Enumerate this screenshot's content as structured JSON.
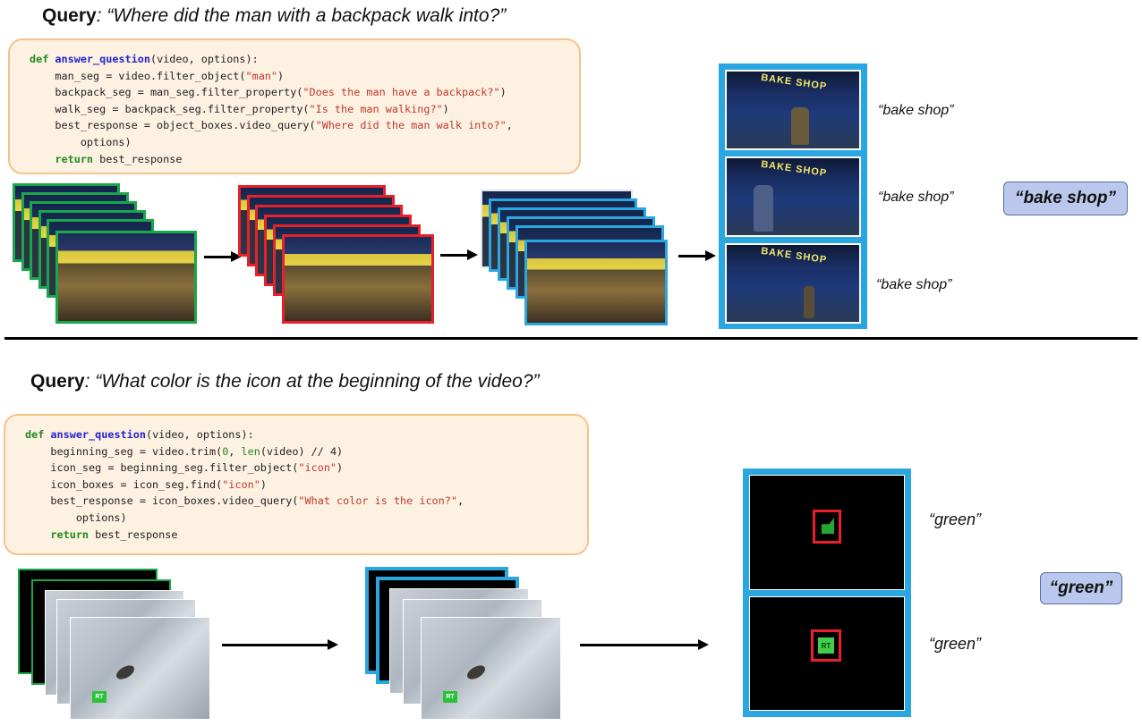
{
  "top": {
    "query_label": "Query",
    "query_text": ": “Where did the man with a backpack walk into?”",
    "code": {
      "l1_def": "def ",
      "l1_fn": "answer_question",
      "l1_rest": "(video, options):",
      "l2_a": "    man_seg = video.filter_object(",
      "l2_s": "\"man\"",
      "l2_b": ")",
      "l3_a": "    backpack_seg = man_seg.filter_property(",
      "l3_s": "\"Does the man have a backpack?\"",
      "l3_b": ")",
      "l4_a": "    walk_seg = backpack_seg.filter_property(",
      "l4_s": "\"Is the man walking?\"",
      "l4_b": ")",
      "l5_a": "    best_response = object_boxes.video_query(",
      "l5_s": "\"Where did the man walk into?\"",
      "l5_b": ",",
      "l6": "        options)",
      "l7_kw": "    return",
      "l7_rest": " best_response"
    },
    "answers": [
      "“bake shop”",
      "“bake shop”",
      "“bake shop”"
    ],
    "final_answer": "“bake shop”",
    "sign_text": "BAKE SHOP",
    "colors": {
      "green": "#1aa64a",
      "red": "#e8202a",
      "blue": "#2aa7e0"
    }
  },
  "bottom": {
    "query_label": "Query",
    "query_text": ": “What color is the icon at the beginning of the video?”",
    "code": {
      "l1_def": "def ",
      "l1_fn": "answer_question",
      "l1_rest": "(video, options):",
      "l2_a": "    beginning_seg = video.trim(",
      "l2_n": "0",
      "l2_m": ", ",
      "l2_len": "len",
      "l2_b": "(video) // 4)",
      "l3_a": "    icon_seg = beginning_seg.filter_object(",
      "l3_s": "\"icon\"",
      "l3_b": ")",
      "l4_a": "    icon_boxes = icon_seg.find(",
      "l4_s": "\"icon\"",
      "l4_b": ")",
      "l5_a": "    best_response = icon_boxes.video_query(",
      "l5_s": "\"What color is the icon?\"",
      "l5_b": ",",
      "l6": "        options)",
      "l7_kw": "    return",
      "l7_rest": " best_response"
    },
    "answers": [
      "“green”",
      "“green”"
    ],
    "final_answer": "“green”",
    "logo_text": "RT"
  }
}
